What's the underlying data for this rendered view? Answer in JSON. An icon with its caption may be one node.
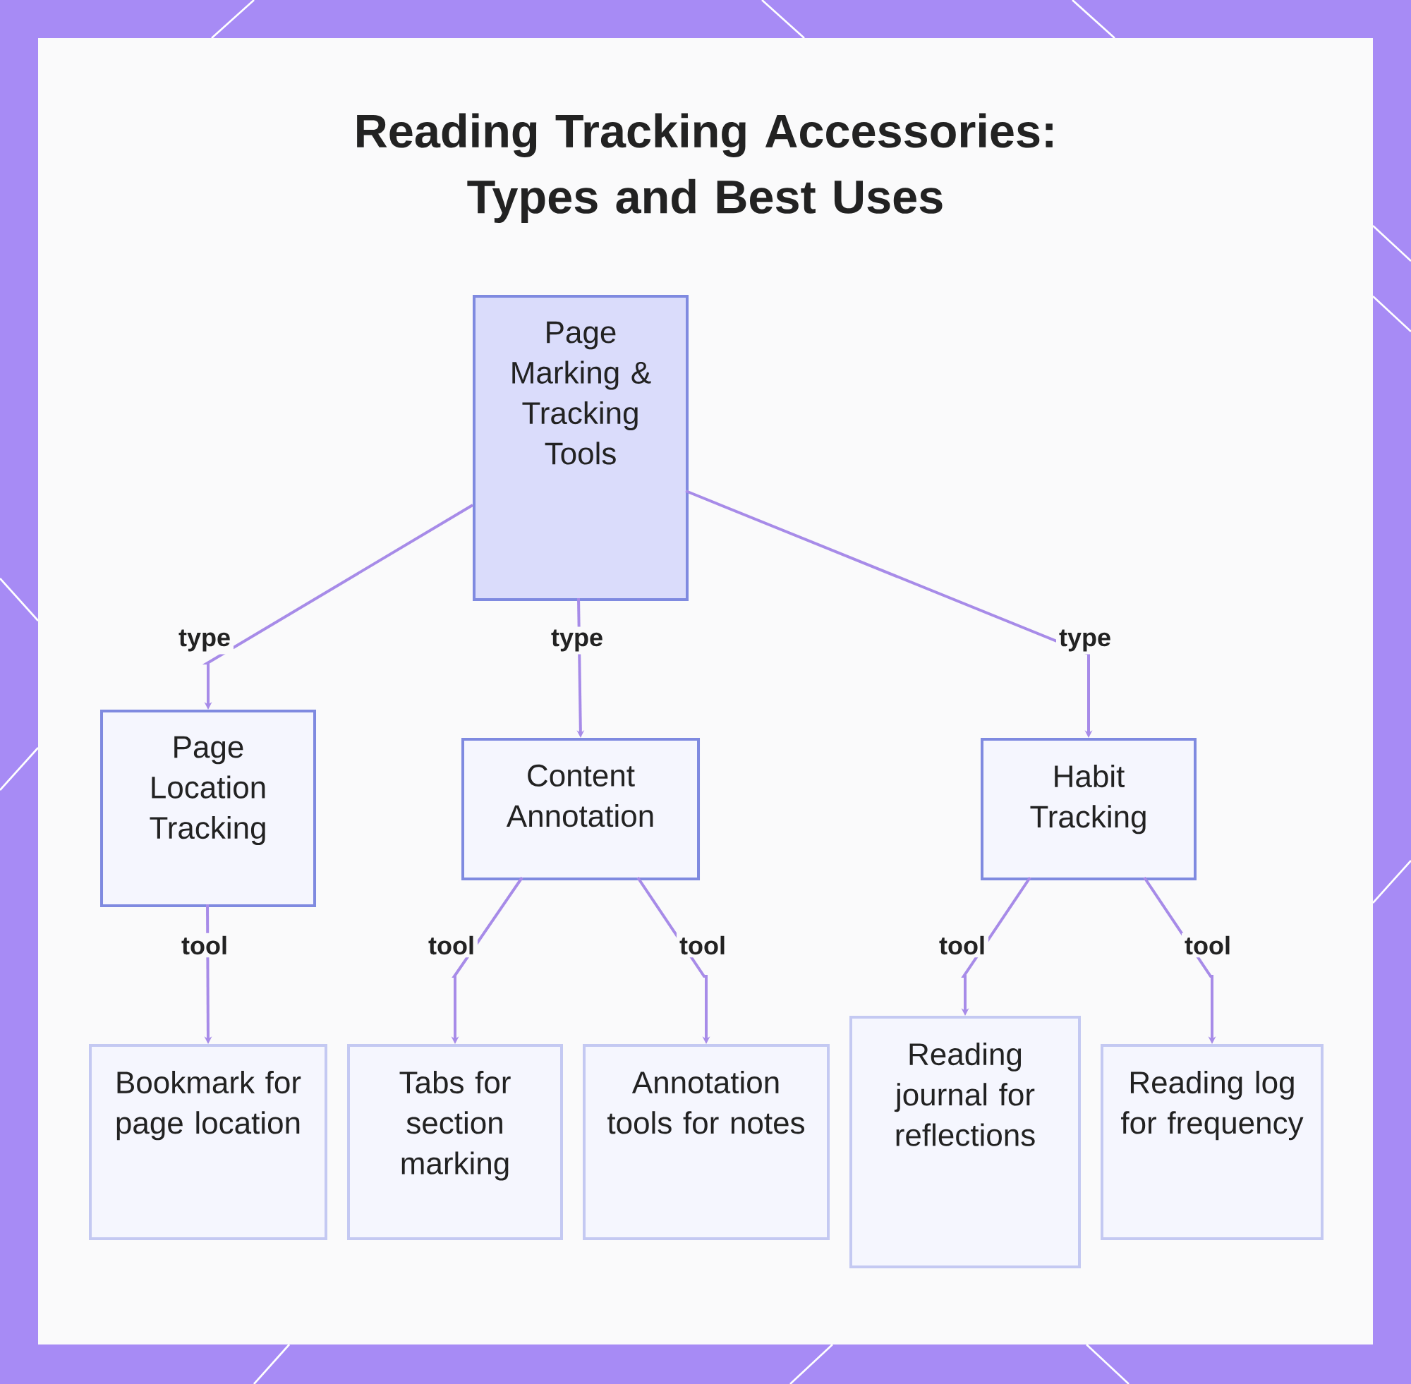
{
  "diagram": {
    "title": "Reading Tracking Accessories: Types and Best Uses",
    "nodes": [
      {
        "text": [
          "Page Marking & Tracking Tools"
        ]
      },
      {
        "text": [
          "Page Location Tracking"
        ]
      },
      {
        "text": [
          "Content Annotation"
        ]
      },
      {
        "text": [
          "Habit Tracking"
        ]
      },
      {
        "text": [
          "Bookmark for page location"
        ]
      },
      {
        "text": [
          "Tabs for section marking"
        ]
      },
      {
        "text": [
          "Annotation tools for notes"
        ]
      },
      {
        "text": [
          "Reading journal for reflections"
        ]
      },
      {
        "text": [
          "Reading log for frequency"
        ]
      }
    ],
    "edges": [
      {
        "from": 0,
        "to": 1,
        "arrow": "to",
        "label": "type"
      },
      {
        "from": 0,
        "to": 2,
        "arrow": "to",
        "label": "type"
      },
      {
        "from": 0,
        "to": 3,
        "arrow": "to",
        "label": "type"
      },
      {
        "from": 1,
        "to": 4,
        "arrow": "to",
        "label": "tool"
      },
      {
        "from": 2,
        "to": 5,
        "arrow": "to",
        "label": "tool"
      },
      {
        "from": 2,
        "to": 6,
        "arrow": "to",
        "label": "tool"
      },
      {
        "from": 3,
        "to": 7,
        "arrow": "to",
        "label": "tool"
      },
      {
        "from": 3,
        "to": 8,
        "arrow": "to",
        "label": "tool"
      }
    ]
  }
}
